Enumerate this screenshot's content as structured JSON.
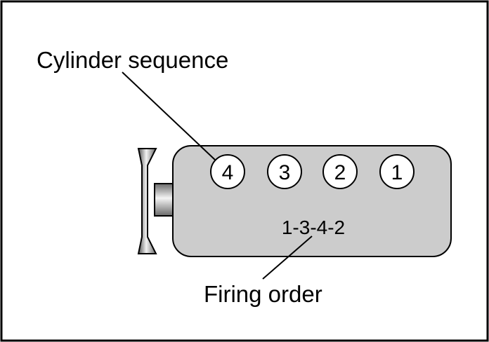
{
  "labels": {
    "cylinder_sequence": "Cylinder sequence",
    "firing_order_label": "Firing order",
    "firing_order_value": "1-3-4-2"
  },
  "cylinders": [
    "4",
    "3",
    "2",
    "1"
  ],
  "colors": {
    "frame": "#000000",
    "block_fill": "#cccccc",
    "background": "#ffffff",
    "circle_fill": "#ffffff"
  }
}
